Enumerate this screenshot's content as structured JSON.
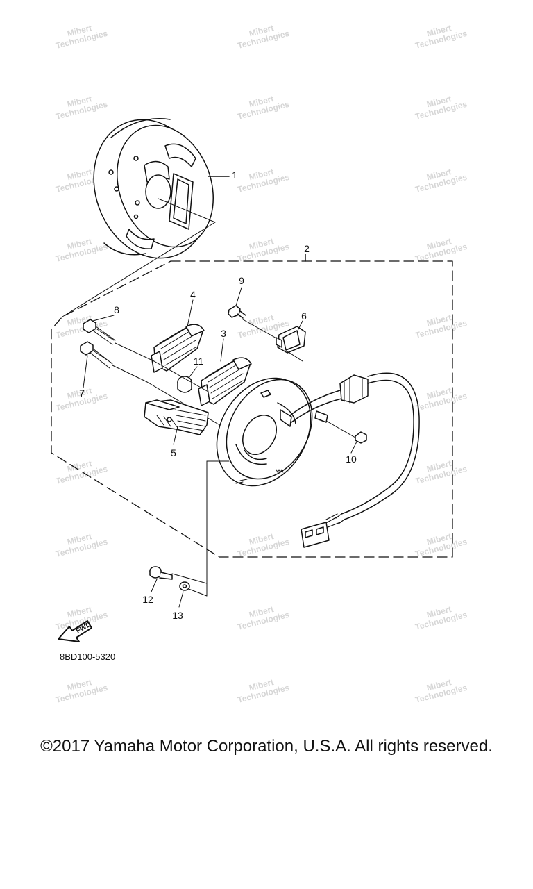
{
  "watermark": {
    "line1": "Mibert",
    "line2": "Technologies"
  },
  "callouts": {
    "c1": "1",
    "c2": "2",
    "c3": "3",
    "c4": "4",
    "c5": "5",
    "c6": "6",
    "c7": "7",
    "c8": "8",
    "c9": "9",
    "c10": "10",
    "c11": "11",
    "c12": "12",
    "c13": "13"
  },
  "fwd_label": "FWD",
  "diagram_code": "8BD100-5320",
  "copyright": "©2017 Yamaha Motor Corporation, U.S.A. All rights reserved."
}
